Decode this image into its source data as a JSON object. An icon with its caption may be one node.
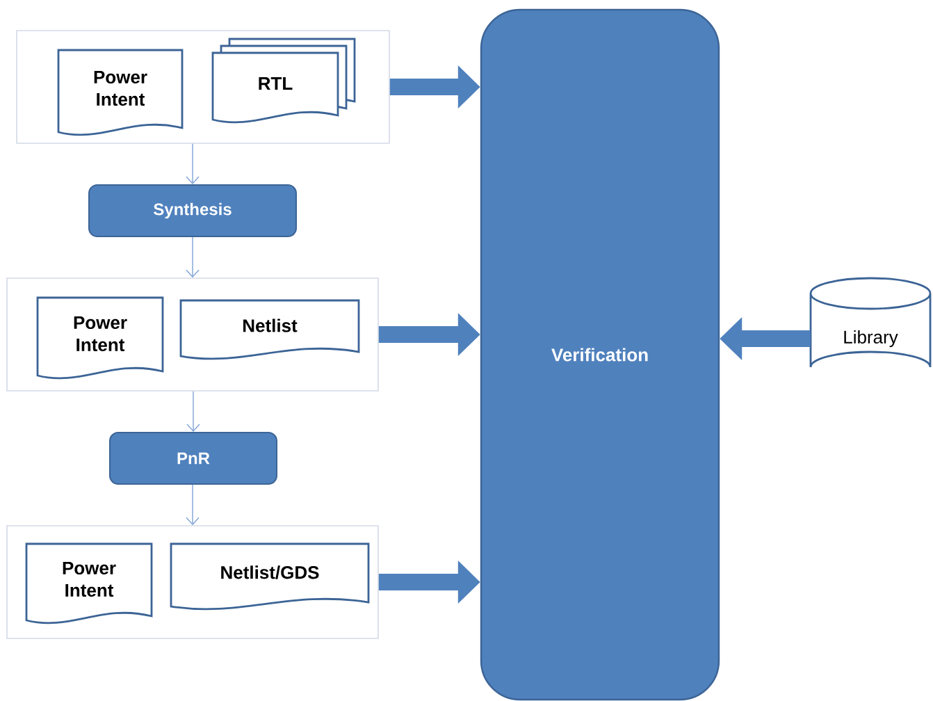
{
  "diagram": {
    "nodes": [
      {
        "text": [],
        "shape": "box"
      },
      {
        "text": [
          "Power Intent"
        ],
        "in": 0
      },
      {
        "text": [
          "RTL"
        ],
        "in": 0
      },
      {
        "text": [
          "Synthesis"
        ]
      },
      {
        "text": [],
        "shape": "box"
      },
      {
        "text": [
          "Power Intent"
        ],
        "in": 4
      },
      {
        "text": [
          "Netlist"
        ],
        "in": 4
      },
      {
        "text": [
          "PnR"
        ]
      },
      {
        "text": [],
        "shape": "box"
      },
      {
        "text": [
          "Power Intent"
        ],
        "in": 8
      },
      {
        "text": [
          "Netlist/GDS"
        ],
        "in": 8
      },
      {
        "text": [
          "Verification"
        ]
      },
      {
        "text": [
          "Library"
        ]
      }
    ],
    "edges": [
      {
        "from": 0,
        "to": 3,
        "arrow": "to"
      },
      {
        "from": 3,
        "to": 4,
        "arrow": "to"
      },
      {
        "from": 4,
        "to": 7,
        "arrow": "to"
      },
      {
        "from": 7,
        "to": 8,
        "arrow": "to"
      },
      {
        "from": 0,
        "to": 11,
        "arrow": "to",
        "style": "thick"
      },
      {
        "from": 4,
        "to": 11,
        "arrow": "to",
        "style": "thick"
      },
      {
        "from": 8,
        "to": 11,
        "arrow": "to",
        "style": "thick"
      },
      {
        "from": 12,
        "to": 11,
        "arrow": "to",
        "style": "thick"
      }
    ]
  }
}
